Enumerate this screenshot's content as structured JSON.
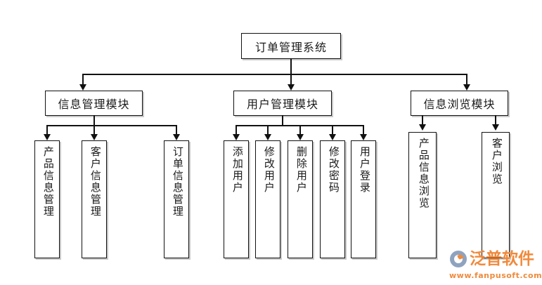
{
  "diagram": {
    "type": "hierarchy-tree",
    "root": {
      "label": "订单管理系统"
    },
    "modules": [
      {
        "label": "信息管理模块",
        "children": [
          {
            "label": "产品信息管理"
          },
          {
            "label": "客户信息管理"
          },
          {
            "label": "订单信息管理"
          }
        ]
      },
      {
        "label": "用户管理模块",
        "children": [
          {
            "label": "添加用户"
          },
          {
            "label": "修改用户"
          },
          {
            "label": "删除用户"
          },
          {
            "label": "修改密码"
          },
          {
            "label": "用户登录"
          }
        ]
      },
      {
        "label": "信息浏览模块",
        "children": [
          {
            "label": "产品信息浏览"
          },
          {
            "label": "客户浏览"
          }
        ]
      }
    ]
  },
  "watermark": {
    "brand": "泛普软件",
    "url": "www.fanpusoft.com",
    "brand_color": "#f08a3c",
    "mark_color": "#8fa3bf"
  },
  "colors": {
    "box_border": "#111111",
    "box_fill": "#ffffff",
    "box_shadow": "#c9c9c9",
    "connector": "#111111",
    "text": "#1a1a1a",
    "background": "#ffffff"
  }
}
